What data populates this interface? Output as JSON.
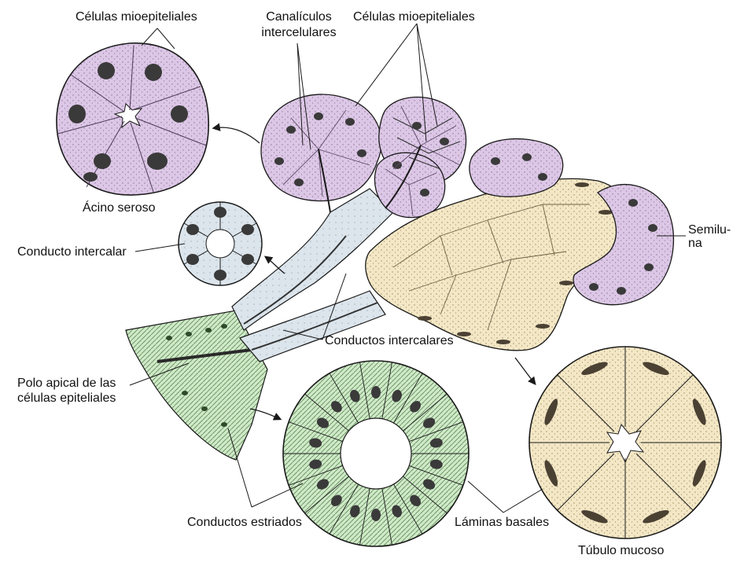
{
  "colors": {
    "serous_fill": "#dcc7e6",
    "serous_dark": "#6f5a78",
    "mucous_fill": "#f3e7c5",
    "mucous_dark": "#6e6148",
    "duct_fill": "#dce5ec",
    "striated_fill": "#cfe9c8",
    "nucleus": "#3a3a3a",
    "line": "#1a1a1a"
  },
  "labels": {
    "myoepithelial_left": "Células mioepiteliales",
    "canaliculi_line1": "Canalículos",
    "canaliculi_line2": "intercelulares",
    "myoepithelial_right": "Células mioepiteliales",
    "serous_acinus": "Ácino seroso",
    "intercalated_duct": "Conducto intercalar",
    "demilune_line1": "Semilu-",
    "demilune_line2": "na",
    "intercalated_ducts": "Conductos intercalares",
    "apical_pole_line1": "Polo apical de las",
    "apical_pole_line2": "células epiteliales",
    "striated_ducts": "Conductos estriados",
    "basal_laminae": "Láminas basales",
    "mucous_tubule": "Túbulo mucoso"
  }
}
